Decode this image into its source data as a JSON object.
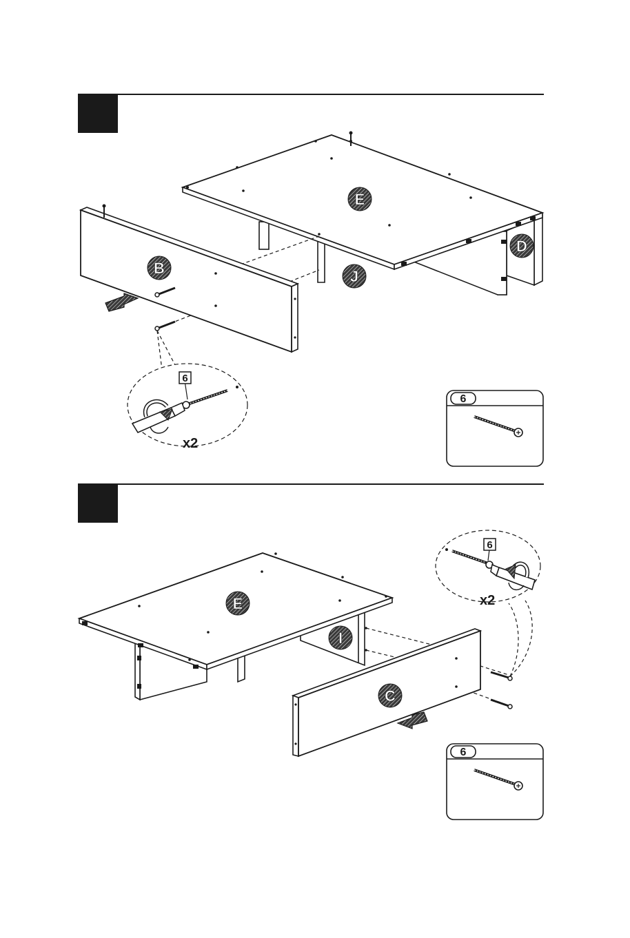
{
  "steps": [
    {
      "number": "",
      "panel_labels": {
        "top_panel": "E",
        "front_panel": "B",
        "divider": "J",
        "side_panel": "D"
      },
      "screw_detail": {
        "part_number": "6",
        "quantity": "x2"
      },
      "parts_box": {
        "part_number": "6"
      }
    },
    {
      "number": "",
      "panel_labels": {
        "top_panel": "E",
        "front_panel": "C",
        "divider": "I"
      },
      "screw_detail": {
        "part_number": "6",
        "quantity": "x2"
      },
      "parts_box": {
        "part_number": "6"
      }
    }
  ],
  "colors": {
    "ink": "#1a1a1a",
    "paper": "#ffffff",
    "label_fill": "#3a3a3a"
  },
  "icons": {
    "screw": "screw-icon",
    "screwdriver": "screwdriver-icon",
    "push_arrow": "arrow-icon",
    "rotate_arrow": "rotate-arrow-icon"
  }
}
